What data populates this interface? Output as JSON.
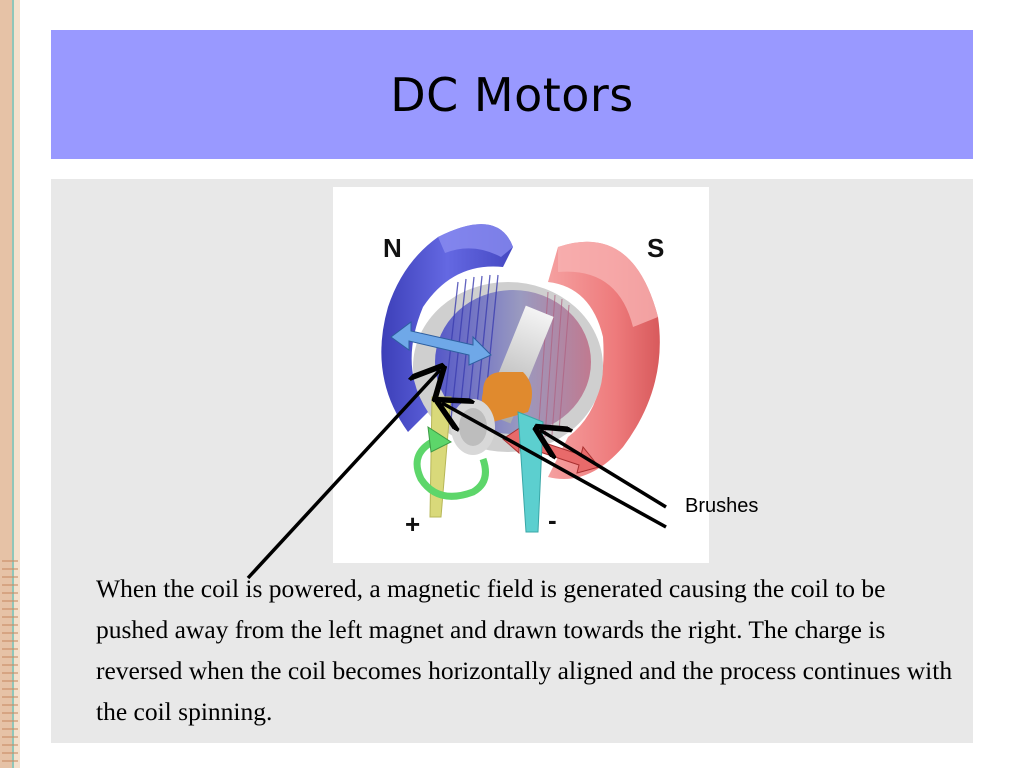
{
  "slide": {
    "title": "DC Motors",
    "diagram": {
      "north_label": "N",
      "south_label": "S",
      "plus_label": "+",
      "minus_label": "-",
      "brushes_label": "Brushes",
      "colors": {
        "north_magnet": "#4f52d0",
        "south_magnet": "#ef7f80",
        "commutator": "#e08a2e",
        "plus_brush": "#d9d97a",
        "minus_brush": "#5ccfcf",
        "rotation_arrow": "#5dd66a",
        "force_arrow_left": "#6fa8e8",
        "force_arrow_right": "#e86a6a"
      }
    },
    "body_text": "When the coil is powered, a magnetic field is generated causing the coil to be pushed away from the left magnet and drawn towards the right.  The charge is reversed when the coil becomes horizontally aligned and the process continues with the coil spinning."
  },
  "colors": {
    "title_bar": "#9999ff",
    "content_panel": "#e8e8e8"
  }
}
